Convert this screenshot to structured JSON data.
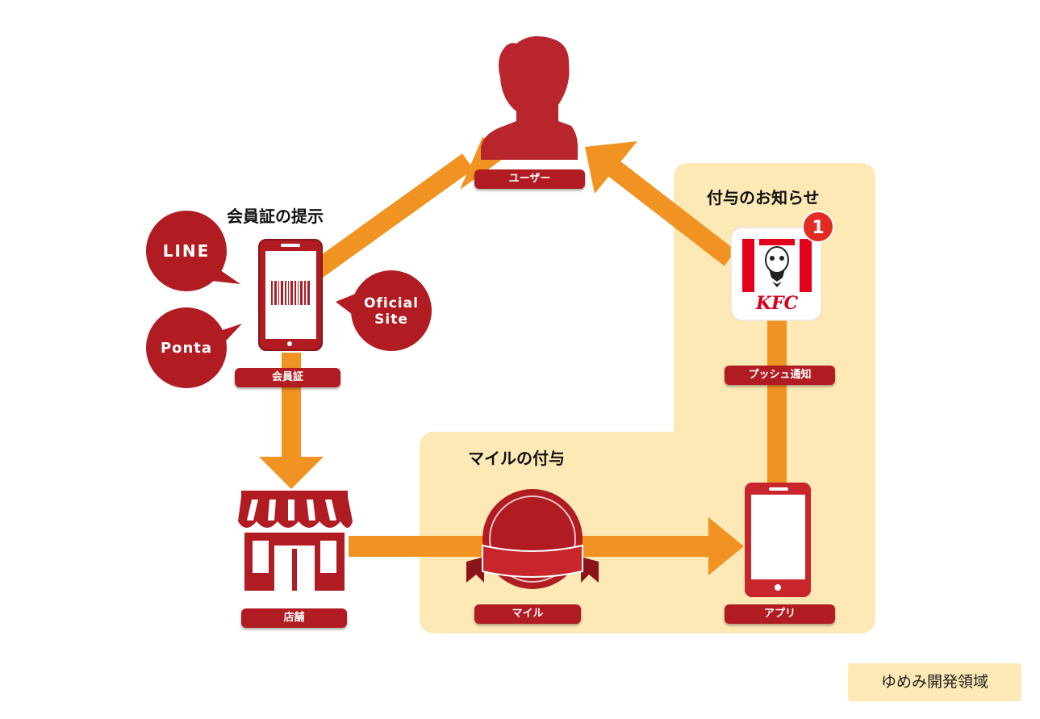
{
  "headings": {
    "membership_presentation": "会員証の提示",
    "grant_notification": "付与のお知らせ",
    "mile_grant": "マイルの付与"
  },
  "nodes": {
    "user": "ユーザー",
    "member_card": "会員証",
    "store": "店舗",
    "mile": "マイル",
    "app": "アプリ",
    "push": "プッシュ通知"
  },
  "channels": {
    "line": "LINE",
    "ponta": "Ponta",
    "official_line1": "Oficial",
    "official_line2": "Site"
  },
  "kfc_logo_text": "KFC",
  "notification_badge": "1",
  "credit": "ゆめみ開発領域",
  "colors": {
    "brand_red": "#b01c22",
    "arrow_orange": "#f19322",
    "highlight_yellow": "#fde9b5",
    "badge_red": "#e32b24"
  }
}
